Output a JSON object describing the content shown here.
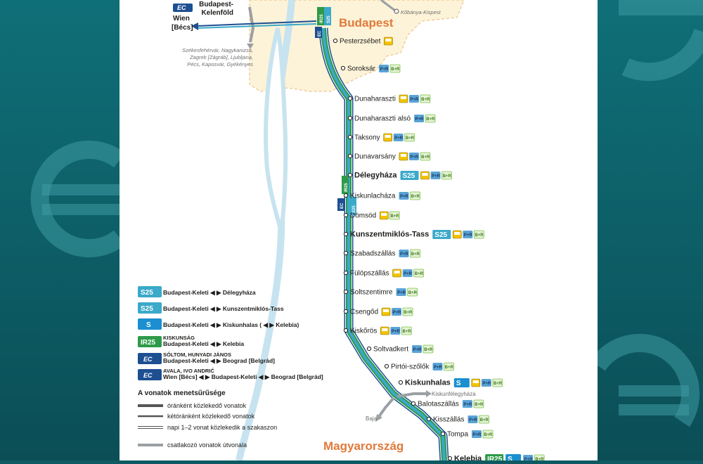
{
  "colors": {
    "s25": "#3ba9c9",
    "s_line": "#1b8fd0",
    "ir25": "#2e9a48",
    "ec": "#1d4f91",
    "bus": "#f2c200",
    "pr": "#5aa3d6",
    "bikr": "#7ac143",
    "region_fill": "#fdf3d8",
    "region_text": "#e07a3a",
    "grey": "#9aa0a3",
    "teal_bg": "#0e5a63"
  },
  "regions": {
    "budapest": "Budapest",
    "magyarorszag": "Magyarország"
  },
  "top_labels": {
    "kelenfold": [
      "Budapest-",
      "Kelenföld"
    ],
    "wien": [
      "Wien",
      "[Bécs]"
    ],
    "kispest": "Kőbánya-Kispest",
    "west_dest": [
      "Székesfehérvár, Nagykanizsa,",
      "Zagreb [Zágráb], Ljubljana,",
      "Pécs, Kaposvár, Gyékényes"
    ]
  },
  "stations": [
    {
      "name": "Pesterzsébet",
      "icons": [
        "bus"
      ],
      "major": false
    },
    {
      "name": "Soroksár",
      "icons": [
        "pr",
        "bikr"
      ],
      "major": false
    },
    {
      "name": "Dunaharaszti",
      "icons": [
        "bus",
        "pr",
        "bikr"
      ],
      "major": false
    },
    {
      "name": "Dunaharaszti alsó",
      "icons": [
        "pr",
        "bikr"
      ],
      "major": false
    },
    {
      "name": "Taksony",
      "icons": [
        "bus",
        "pr",
        "bikr"
      ],
      "major": false
    },
    {
      "name": "Dunavarsány",
      "icons": [
        "bus",
        "pr",
        "bikr"
      ],
      "major": false
    },
    {
      "name": "Délegyháza",
      "icons": [
        "s25",
        "bus",
        "pr",
        "bikr"
      ],
      "major": true
    },
    {
      "name": "Kiskunlacháza",
      "icons": [
        "pr",
        "bikr"
      ],
      "major": false
    },
    {
      "name": "Dömsöd",
      "icons": [
        "bus",
        "bikr"
      ],
      "major": false
    },
    {
      "name": "Kunszentmiklós-Tass",
      "icons": [
        "s25",
        "bus",
        "pr",
        "bikr"
      ],
      "major": true
    },
    {
      "name": "Szabadszállás",
      "icons": [
        "pr",
        "bikr"
      ],
      "major": false
    },
    {
      "name": "Fülöpszállás",
      "icons": [
        "bus",
        "pr",
        "bikr"
      ],
      "major": false
    },
    {
      "name": "Soltszentimre",
      "icons": [
        "pr",
        "bikr"
      ],
      "major": false
    },
    {
      "name": "Csengőd",
      "icons": [
        "bus",
        "pr",
        "bikr"
      ],
      "major": false
    },
    {
      "name": "Kiskőrös",
      "icons": [
        "bus",
        "pr",
        "bikr"
      ],
      "major": false
    },
    {
      "name": "Soltvadkert",
      "icons": [
        "pr",
        "bikr"
      ],
      "major": false
    },
    {
      "name": "Pirtói-szőlők",
      "icons": [
        "pr",
        "bikr"
      ],
      "major": false
    },
    {
      "name": "Kiskunhalas",
      "icons": [
        "s_line",
        "bus",
        "pr",
        "bikr"
      ],
      "major": true
    },
    {
      "name": "Balotaszállás",
      "icons": [
        "pr",
        "bikr"
      ],
      "major": false
    },
    {
      "name": "Kisszállás",
      "icons": [
        "pr",
        "bikr"
      ],
      "major": false
    },
    {
      "name": "Tompa",
      "icons": [
        "pr",
        "bikr"
      ],
      "major": false
    },
    {
      "name": "Kelebia",
      "icons": [
        "ir25",
        "s_line",
        "pr",
        "bikr"
      ],
      "major": true
    }
  ],
  "branch_labels": {
    "kiskunfelegyhaza": "Kiskunfélegyháza",
    "baja": "Baja"
  },
  "line_badges": {
    "s25": "S25",
    "ir25": "IR25",
    "s_short": "S",
    "ec": "EC"
  },
  "icon_labels": {
    "pr": "P+R",
    "bikr": "B+R"
  },
  "legend": {
    "items": [
      {
        "badge": "S25",
        "type": "s25",
        "lines": [
          "Budapest-Keleti ◀ ▶ Délegyháza"
        ]
      },
      {
        "badge": "S25",
        "type": "s25",
        "lines": [
          "Budapest-Keleti ◀ ▶ Kunszentmiklós-Tass"
        ]
      },
      {
        "badge": "S",
        "type": "s_line",
        "lines": [
          "Budapest-Keleti ◀ ▶ Kiskunhalas ( ◀ ▶ Kelebia)"
        ]
      },
      {
        "badge": "IR25",
        "type": "ir25",
        "lines": [
          "KISKUNSÁG",
          "Budapest-Keleti ◀ ▶ Kelebia"
        ]
      },
      {
        "badge": "EC",
        "type": "ec",
        "lines": [
          "SÓLTOM, HUNYADI JÁNOS",
          "Budapest-Keleti ◀ ▶ Beograd [Belgrád]"
        ]
      },
      {
        "badge": "EC",
        "type": "ec",
        "lines": [
          "AVALA, IVO ANDRIĆ",
          "Wien [Bécs] ◀ ▶ Budapest-Keleti ◀ ▶ Beograd [Belgrád]"
        ]
      }
    ],
    "frequency_title": "A vonatok menetsűrűsége",
    "frequency": [
      {
        "label": "óránként közlekedő vonatok",
        "style": "thick"
      },
      {
        "label": "kétóránként közlekedő vonatok",
        "style": "medium"
      },
      {
        "label": "napi 1–2 vonat közlekedik a szakaszon",
        "style": "double"
      },
      {
        "label": "csatlakozó vonatok útvonala",
        "style": "grey"
      }
    ]
  }
}
